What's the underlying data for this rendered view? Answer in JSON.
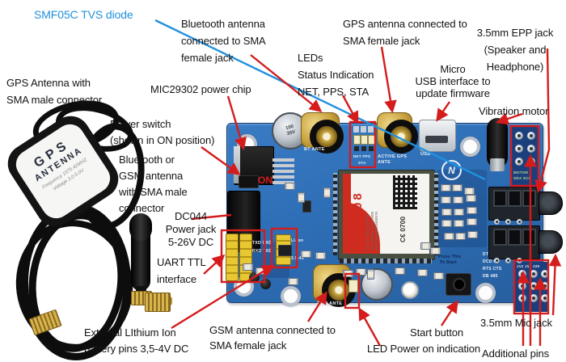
{
  "colors": {
    "red": "#d41c1c",
    "blue": "#2191dd",
    "pcb": "#2e6fb7",
    "ink": "#141414",
    "gold": "#c9a23e",
    "board_dark": "#1b3f7d",
    "silk": "#eaf1f8",
    "yellow": "#e7c832",
    "sticker": "#f5f4f0",
    "module_red": "#cf2b1f"
  },
  "labels": {
    "tvs_diode": "SMF05C TVS diode",
    "bt_antenna": "Bluetooth antenna\nconnected to SMA\nfemale jack",
    "gps_antenna_conn": "GPS antenna connected to\nSMA female jack",
    "leds": "LEDs\nStatus Indication\nNET, PPS, STA",
    "micro_usb": "Micro\nUSB interface to\nupdate firmware",
    "epp_jack": "3.5mm EPP jack\n(Speaker and\nHeadphone)",
    "vibration_motor": "Vibration motor",
    "gps_antenna": "GPS Antenna with\nSMA male connector",
    "mic_chip": "MIC29302 power chip",
    "power_switch": "Power switch\n(shown in ON position)",
    "bt_gsm_antenna": "Bluetooth or\nGSM antenna\nwith SMA male\nconnector",
    "dc044": "DC044\nPower jack\n5-26V DC",
    "uart": "UART TTL\ninterface",
    "lithium": "External LIthium Ion\nbattery pins 3,5-4V DC",
    "gsm_conn": "GSM antenna connected to\nSMA female jack",
    "led_power": "LED Power on indication",
    "start_button": "Start button",
    "mic_jack": "3.5mm Mic jack",
    "additional_pins": "Additional pins"
  },
  "board": {
    "module": {
      "name": "SIM808",
      "pn": "P/N S2-106QC-Z1F09",
      "sn": "S/N MP0617182071908",
      "imei": "IMEI 865063025408576",
      "ce": "C€ 0700"
    },
    "silkscreen": {
      "bt_ant": "BT ANTE",
      "gps_ant": "ACTIVE GPS\nANTE",
      "gsm_ant": "GSM ANTE",
      "usb": "USB",
      "net_pps": "NET PPS",
      "sta": "STA",
      "txd": "TXD RXD",
      "rxd": "RXD TXD",
      "liion": "Li-ion",
      "liion_v": "3.5-4V",
      "press1": "Press This",
      "press2": "To Start",
      "dtr": "DTR  DI",
      "dcd": "DCD  RI",
      "rts": "RTS CTS",
      "db": "DB  485",
      "motor_pins": "MOTOR",
      "sda": "SDA SCL",
      "jpins": "J12 J13 J25",
      "on": "ON",
      "cap_value": "100\n35V"
    },
    "gps_puck": {
      "line1": "GPS",
      "line2": "ANTENNA",
      "freq": "Frequency 1575.42MHZ",
      "volt": "Voltage 3.0-5.0V"
    },
    "logo": "N"
  }
}
